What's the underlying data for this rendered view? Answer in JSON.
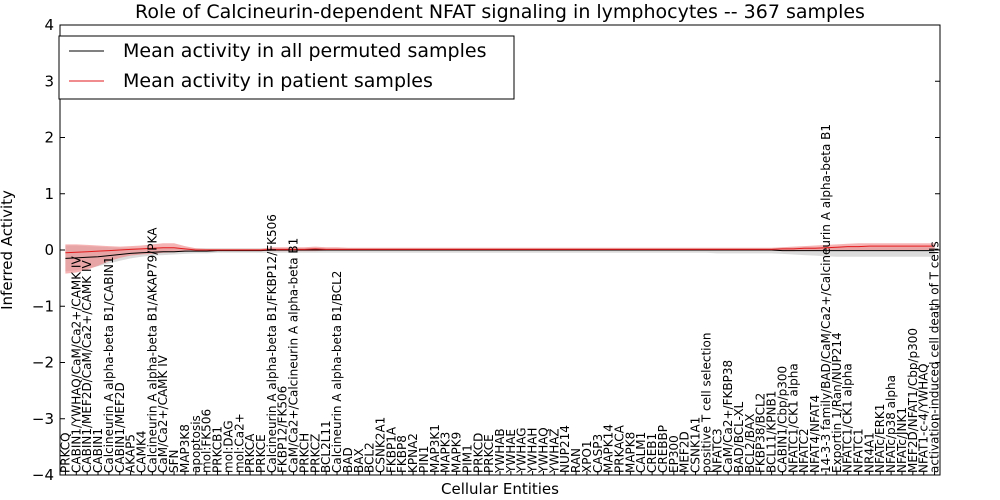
{
  "chart_data": {
    "type": "line",
    "title": "Role of Calcineurin-dependent NFAT signaling in lymphocytes -- 367 samples",
    "xlabel": "Cellular Entities",
    "ylabel": "Inferred Activity",
    "ylim": [
      -4,
      4
    ],
    "yticks": [
      "−4",
      "−3",
      "−2",
      "−1",
      "0",
      "1",
      "2",
      "3",
      "4"
    ],
    "legend_position": "top-left",
    "categories": [
      "PRKCQ",
      "CABIN1/YWHAQ/CaM/Ca2+/CAMK IV",
      "CABIN1/MEF2D/CaM/Ca2+/CAMK IV",
      "CABIN1",
      "Calcineurin A alpha-beta B1/CABIN1",
      "CABIN1/MEF2D",
      "AKAP5",
      "CAMK4",
      "Calcineurin A alpha-beta B1/AKAP79/PKA",
      "CaM/Ca2+/CAMK IV",
      "SFN",
      "MAP3K8",
      "apoptosis",
      "mol:FK506",
      "PRKCB1",
      "mol:DAG",
      "mol:Ca2+",
      "PRKCA",
      "PRKCE",
      "Calcineurin A alpha-beta B1/FKBP12/FK506",
      "FKBP12/FK506",
      "CaM/Ca2+/Calcineurin A alpha-beta B1",
      "PRKCH",
      "PRKCZ",
      "BCL2L11",
      "Calcineurin A alpha-beta B1/BCL2",
      "BAD",
      "BAX",
      "BCL2",
      "CSNK2A1",
      "FKBP1A",
      "FKBP8",
      "KPNA2",
      "PIN1",
      "MAP3K1",
      "MAPK3",
      "MAPK9",
      "PIM1",
      "PRKCD",
      "PRKCE",
      "YWHAB",
      "YWHAE",
      "YWHAG",
      "YWHAH",
      "YWHAQ",
      "YWHAZ",
      "NUP214",
      "RAN",
      "XPO1",
      "CASP3",
      "MAPK14",
      "PRKACA",
      "MAPK8",
      "CALM1",
      "CREB1",
      "CREBBP",
      "EP300",
      "MEF2D",
      "CSNK1A1",
      "positive T cell selection",
      "NFATC3",
      "CaM/Ca2+/FKBP38",
      "BAD/BCL-XL",
      "BCL2/BAX",
      "FKBP38/BCL2",
      "BCL11/KPNB1",
      "CABIN1/Cbp/p300",
      "NFATC1/CK1 alpha",
      "NFATC2",
      "NFAT4/NFAT4",
      "14-3-3 family/BAD/CaM/Ca2+/Calcineurin A alpha-beta B1",
      "Exportin 1/Ran/NUP214",
      "NFATC1/CK1 alpha",
      "NFATC1",
      "NR4A1",
      "NFATc/ERK1",
      "NFATc/p38 alpha",
      "NFATc/JNK1",
      "MEF2D/NFAT1/Cbp/p300",
      "NFAT1-c-4/YWHAQ",
      "activation-induced cell death of T cells"
    ],
    "series": [
      {
        "name": "Mean activity in all permuted samples",
        "color": "#000000",
        "band_color": "#b0b0b0",
        "values": [
          -0.15,
          -0.14,
          -0.13,
          -0.12,
          -0.1,
          -0.08,
          -0.06,
          -0.05,
          -0.04,
          -0.03,
          -0.03,
          -0.02,
          -0.02,
          -0.02,
          -0.01,
          -0.01,
          -0.01,
          -0.01,
          -0.01,
          0,
          0,
          0,
          0,
          0,
          0,
          0,
          0,
          0,
          0,
          0,
          0,
          0,
          0,
          0,
          0,
          0,
          0,
          0,
          0,
          0,
          0,
          0,
          0,
          0,
          0,
          0,
          0,
          0,
          0,
          0,
          0,
          0,
          0,
          0,
          0,
          0,
          0,
          0,
          0,
          0,
          0,
          0,
          0,
          0,
          0,
          0,
          -0.01,
          -0.01,
          -0.01,
          -0.01,
          -0.01,
          -0.01,
          -0.01,
          -0.01,
          -0.01,
          -0.01,
          -0.01,
          -0.01,
          -0.01,
          -0.01,
          -0.01
        ],
        "lower": [
          -0.38,
          -0.36,
          -0.33,
          -0.29,
          -0.24,
          -0.19,
          -0.15,
          -0.12,
          -0.1,
          -0.09,
          -0.08,
          -0.07,
          -0.06,
          -0.06,
          -0.05,
          -0.05,
          -0.05,
          -0.05,
          -0.05,
          -0.05,
          -0.05,
          -0.05,
          -0.05,
          -0.05,
          -0.05,
          -0.05,
          -0.05,
          -0.05,
          -0.05,
          -0.05,
          -0.05,
          -0.05,
          -0.05,
          -0.05,
          -0.05,
          -0.05,
          -0.05,
          -0.05,
          -0.05,
          -0.05,
          -0.05,
          -0.05,
          -0.05,
          -0.05,
          -0.05,
          -0.05,
          -0.05,
          -0.05,
          -0.05,
          -0.05,
          -0.05,
          -0.05,
          -0.05,
          -0.05,
          -0.05,
          -0.05,
          -0.05,
          -0.05,
          -0.05,
          -0.05,
          -0.06,
          -0.06,
          -0.06,
          -0.06,
          -0.06,
          -0.06,
          -0.07,
          -0.08,
          -0.09,
          -0.1,
          -0.11,
          -0.12,
          -0.12,
          -0.12,
          -0.12,
          -0.12,
          -0.12,
          -0.12,
          -0.12,
          -0.12,
          -0.12
        ],
        "upper": [
          0.08,
          0.08,
          0.07,
          0.06,
          0.05,
          0.04,
          0.04,
          0.03,
          0.03,
          0.03,
          0.03,
          0.03,
          0.03,
          0.03,
          0.03,
          0.03,
          0.03,
          0.03,
          0.03,
          0.03,
          0.03,
          0.03,
          0.03,
          0.03,
          0.03,
          0.03,
          0.03,
          0.03,
          0.03,
          0.03,
          0.03,
          0.03,
          0.03,
          0.03,
          0.03,
          0.03,
          0.03,
          0.03,
          0.03,
          0.03,
          0.03,
          0.03,
          0.03,
          0.03,
          0.03,
          0.03,
          0.03,
          0.03,
          0.03,
          0.03,
          0.03,
          0.03,
          0.03,
          0.03,
          0.03,
          0.03,
          0.03,
          0.03,
          0.03,
          0.03,
          0.03,
          0.03,
          0.03,
          0.03,
          0.03,
          0.03,
          0.04,
          0.04,
          0.05,
          0.05,
          0.05,
          0.05,
          0.05,
          0.05,
          0.05,
          0.05,
          0.05,
          0.05,
          0.05,
          0.05,
          0.05
        ]
      },
      {
        "name": "Mean activity in patient samples",
        "color": "#e31a1c",
        "band_color": "#f08080",
        "values": [
          -0.05,
          -0.04,
          -0.03,
          -0.02,
          -0.01,
          0.0,
          0.01,
          0.02,
          0.03,
          0.04,
          0.04,
          0.02,
          0.0,
          0.0,
          0.0,
          0.0,
          0.0,
          0.0,
          0.0,
          0.01,
          0.01,
          0.01,
          0.01,
          0.02,
          0.01,
          0.01,
          0.01,
          0.01,
          0.01,
          0.01,
          0.01,
          0.01,
          0.01,
          0.01,
          0.01,
          0.01,
          0.01,
          0.01,
          0.01,
          0.01,
          0.01,
          0.01,
          0.01,
          0.01,
          0.01,
          0.01,
          0.01,
          0.01,
          0.01,
          0.01,
          0.01,
          0.01,
          0.01,
          0.01,
          0.01,
          0.01,
          0.01,
          0.01,
          0.01,
          0.01,
          0.01,
          0.01,
          0.01,
          0.01,
          0.01,
          0.01,
          0.02,
          0.02,
          0.03,
          0.03,
          0.04,
          0.05,
          0.06,
          0.06,
          0.07,
          0.07,
          0.07,
          0.07,
          0.07,
          0.07,
          0.07
        ],
        "lower": [
          -0.42,
          -0.4,
          -0.35,
          -0.28,
          -0.2,
          -0.14,
          -0.1,
          -0.08,
          -0.07,
          -0.05,
          -0.04,
          -0.03,
          -0.02,
          -0.01,
          -0.01,
          -0.01,
          -0.01,
          -0.01,
          -0.01,
          -0.02,
          -0.02,
          -0.02,
          -0.02,
          -0.02,
          -0.01,
          -0.01,
          -0.01,
          -0.01,
          -0.01,
          -0.01,
          -0.01,
          -0.01,
          -0.01,
          -0.01,
          -0.01,
          -0.01,
          -0.01,
          -0.01,
          -0.01,
          -0.01,
          -0.01,
          -0.01,
          -0.01,
          -0.01,
          -0.01,
          -0.01,
          -0.01,
          -0.01,
          -0.01,
          -0.01,
          -0.01,
          -0.01,
          -0.01,
          -0.01,
          -0.01,
          -0.01,
          -0.01,
          -0.01,
          -0.01,
          -0.01,
          -0.01,
          -0.01,
          -0.01,
          -0.01,
          -0.01,
          -0.01,
          -0.02,
          -0.02,
          -0.01,
          -0.01,
          0.0,
          0.0,
          0.0,
          0.0,
          0.0,
          0.0,
          0.0,
          0.0,
          0.0,
          0.0,
          0.0
        ],
        "upper": [
          0.1,
          0.1,
          0.09,
          0.08,
          0.07,
          0.06,
          0.07,
          0.08,
          0.1,
          0.12,
          0.12,
          0.07,
          0.03,
          0.02,
          0.02,
          0.02,
          0.02,
          0.02,
          0.02,
          0.05,
          0.05,
          0.05,
          0.05,
          0.06,
          0.05,
          0.05,
          0.04,
          0.04,
          0.04,
          0.04,
          0.04,
          0.04,
          0.04,
          0.04,
          0.04,
          0.04,
          0.04,
          0.04,
          0.04,
          0.04,
          0.04,
          0.04,
          0.04,
          0.04,
          0.04,
          0.04,
          0.04,
          0.04,
          0.04,
          0.04,
          0.04,
          0.04,
          0.04,
          0.04,
          0.04,
          0.04,
          0.04,
          0.04,
          0.04,
          0.04,
          0.04,
          0.04,
          0.04,
          0.04,
          0.04,
          0.04,
          0.05,
          0.06,
          0.07,
          0.08,
          0.09,
          0.1,
          0.11,
          0.12,
          0.12,
          0.12,
          0.12,
          0.12,
          0.12,
          0.12,
          0.12
        ]
      }
    ]
  }
}
